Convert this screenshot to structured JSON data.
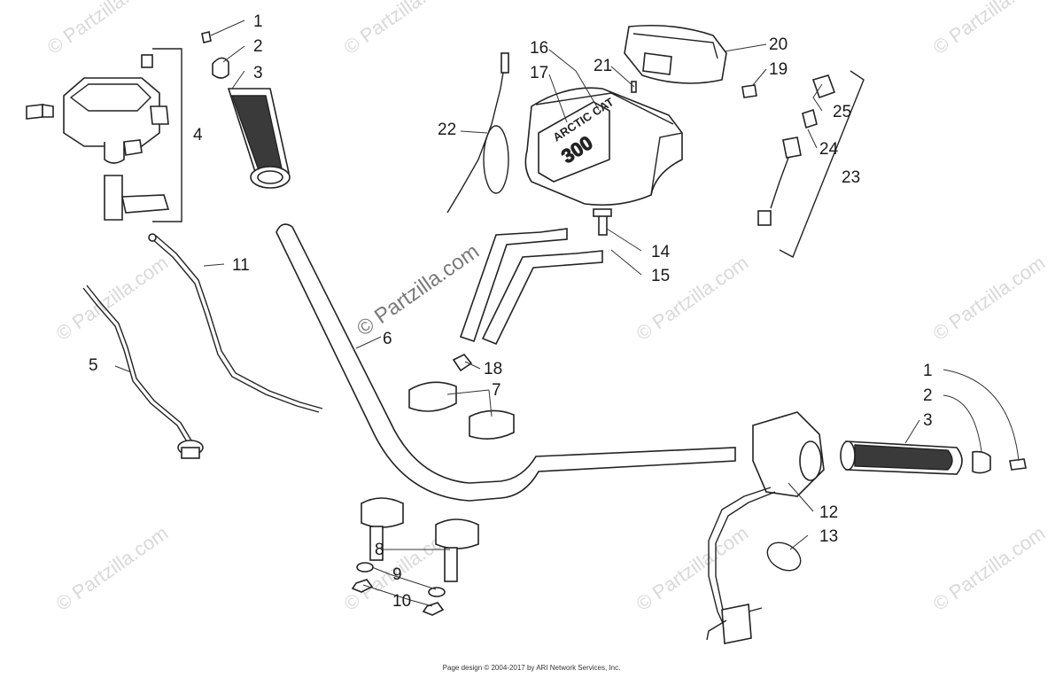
{
  "watermark": {
    "text": "© Partzilla.com",
    "feature_text": "© Partzilla.com"
  },
  "meter_label": {
    "brand": "ARCTIC CAT",
    "model": "300"
  },
  "callouts": [
    {
      "id": "c1a",
      "text": "1"
    },
    {
      "id": "c2a",
      "text": "2"
    },
    {
      "id": "c3a",
      "text": "3"
    },
    {
      "id": "c4",
      "text": "4"
    },
    {
      "id": "c5",
      "text": "5"
    },
    {
      "id": "c6",
      "text": "6"
    },
    {
      "id": "c7",
      "text": "7"
    },
    {
      "id": "c8",
      "text": "8"
    },
    {
      "id": "c9",
      "text": "9"
    },
    {
      "id": "c10",
      "text": "10"
    },
    {
      "id": "c11",
      "text": "11"
    },
    {
      "id": "c12",
      "text": "12"
    },
    {
      "id": "c13",
      "text": "13"
    },
    {
      "id": "c14",
      "text": "14"
    },
    {
      "id": "c15",
      "text": "15"
    },
    {
      "id": "c16",
      "text": "16"
    },
    {
      "id": "c17",
      "text": "17"
    },
    {
      "id": "c18",
      "text": "18"
    },
    {
      "id": "c19",
      "text": "19"
    },
    {
      "id": "c20",
      "text": "20"
    },
    {
      "id": "c21",
      "text": "21"
    },
    {
      "id": "c22",
      "text": "22"
    },
    {
      "id": "c23",
      "text": "23"
    },
    {
      "id": "c24",
      "text": "24"
    },
    {
      "id": "c25",
      "text": "25"
    },
    {
      "id": "c1b",
      "text": "1"
    },
    {
      "id": "c2b",
      "text": "2"
    },
    {
      "id": "c3b",
      "text": "3"
    }
  ],
  "footer": "Page design © 2004-2017 by ARI Network Services, Inc."
}
